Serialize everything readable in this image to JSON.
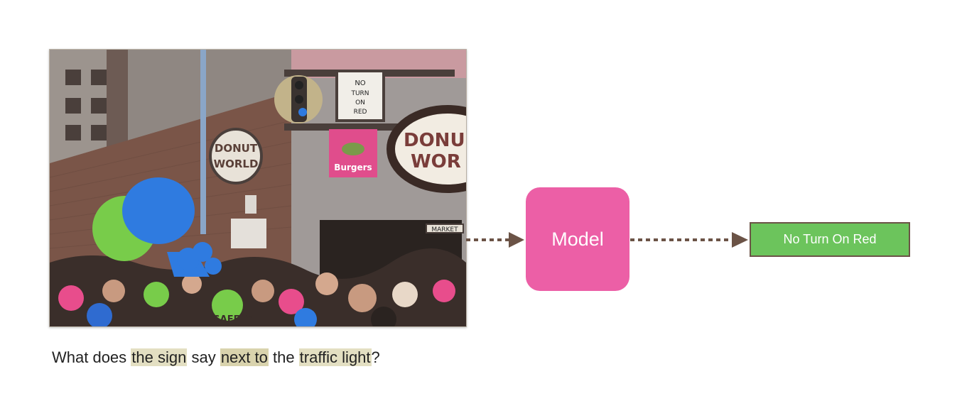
{
  "figure": {
    "photo": {
      "signs": {
        "no_turn_on_red": [
          "NO",
          "TURN",
          "ON",
          "RED"
        ],
        "donut_world_left": [
          "DONUT",
          "WORLD"
        ],
        "donut_world_right": [
          "DONU",
          "WOR"
        ],
        "burgers": [
          "Burgers"
        ],
        "market": "MARKET",
        "safety": "SAFETY"
      },
      "colors": {
        "building": "#7a5548",
        "sky_building": "#9c948e",
        "blue_balloon": "#2f7be0",
        "green_balloon": "#78cc4a",
        "crowd": "#3a2e2a"
      }
    },
    "question": {
      "prefix": "What does ",
      "highlight_1": "the sign",
      "mid_1": " say ",
      "highlight_2": "next to",
      "mid_2": " the ",
      "highlight_3": "traffic light",
      "suffix": "?"
    },
    "model_label": "Model",
    "answer_label": "No Turn On Red",
    "colors": {
      "model_box": "#ec5fa6",
      "answer_box": "#6cc45c",
      "arrow": "#6b5346",
      "highlight": "#e3dfc2"
    }
  }
}
